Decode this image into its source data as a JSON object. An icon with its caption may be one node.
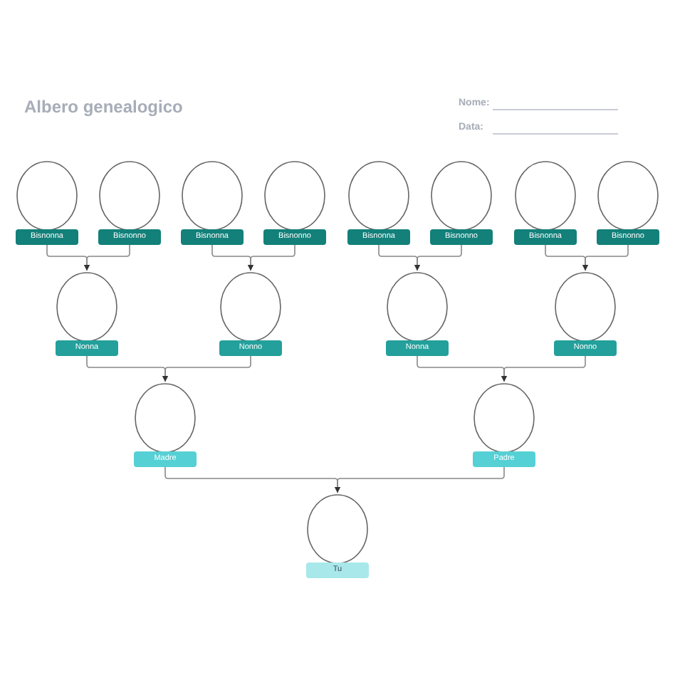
{
  "diagram": {
    "title": "Albero genealogico",
    "nodes": [
      {
        "text": [
          "Bisnonna"
        ]
      },
      {
        "text": [
          "Bisnonno"
        ]
      },
      {
        "text": [
          "Bisnonna"
        ]
      },
      {
        "text": [
          "Bisnonno"
        ]
      },
      {
        "text": [
          "Bisnonna"
        ]
      },
      {
        "text": [
          "Bisnonno"
        ]
      },
      {
        "text": [
          "Bisnonna"
        ]
      },
      {
        "text": [
          "Bisnonno"
        ]
      },
      {
        "text": [
          "Nonna"
        ]
      },
      {
        "text": [
          "Nonno"
        ]
      },
      {
        "text": [
          "Nonna"
        ]
      },
      {
        "text": [
          "Nonno"
        ]
      },
      {
        "text": [
          "Madre"
        ]
      },
      {
        "text": [
          "Padre"
        ]
      },
      {
        "text": [
          "Tu"
        ]
      }
    ],
    "edges": [
      {
        "from": 0,
        "to": 8,
        "arrow": "to"
      },
      {
        "from": 1,
        "to": 8,
        "arrow": "to"
      },
      {
        "from": 2,
        "to": 9,
        "arrow": "to"
      },
      {
        "from": 3,
        "to": 9,
        "arrow": "to"
      },
      {
        "from": 4,
        "to": 10,
        "arrow": "to"
      },
      {
        "from": 5,
        "to": 10,
        "arrow": "to"
      },
      {
        "from": 6,
        "to": 11,
        "arrow": "to"
      },
      {
        "from": 7,
        "to": 11,
        "arrow": "to"
      },
      {
        "from": 8,
        "to": 12,
        "arrow": "to"
      },
      {
        "from": 9,
        "to": 12,
        "arrow": "to"
      },
      {
        "from": 10,
        "to": 13,
        "arrow": "to"
      },
      {
        "from": 11,
        "to": 13,
        "arrow": "to"
      },
      {
        "from": 12,
        "to": 14,
        "arrow": "to"
      },
      {
        "from": 13,
        "to": 14,
        "arrow": "to"
      }
    ],
    "labels": [
      "Nome:",
      "Data:"
    ]
  }
}
